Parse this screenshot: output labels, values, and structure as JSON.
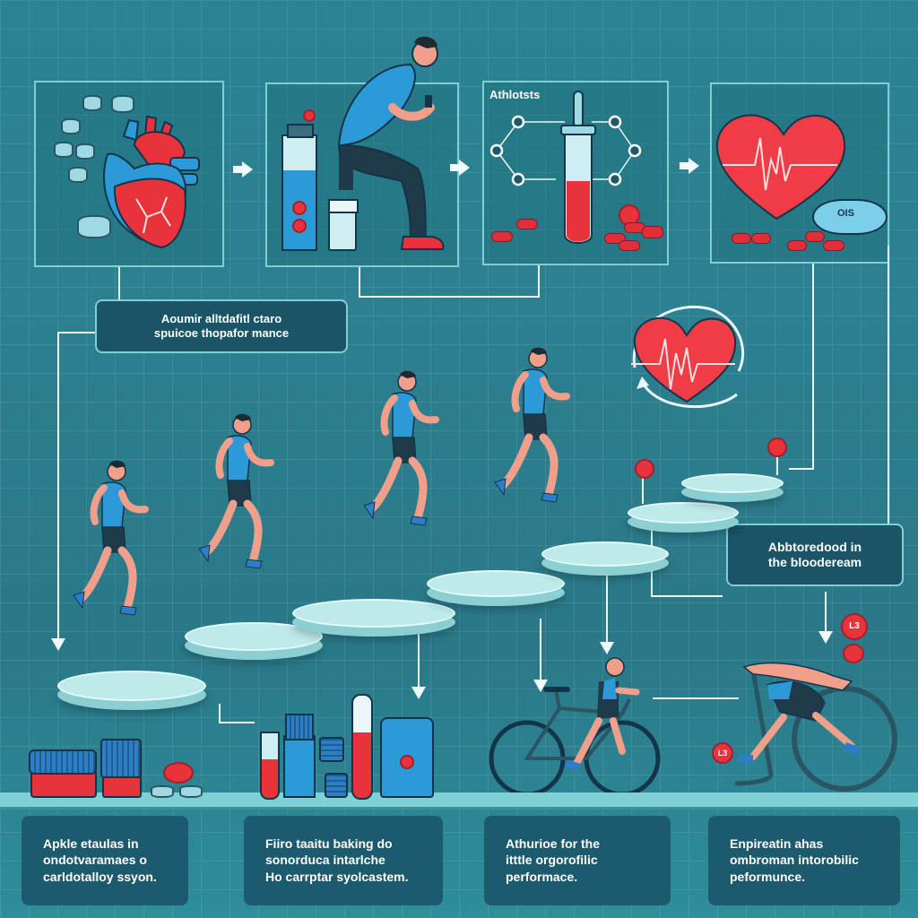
{
  "infographic": {
    "top_row": [
      {
        "id": "panel-heart",
        "icon": "anatomical-heart-icon",
        "label": ""
      },
      {
        "id": "panel-athlete-supplement",
        "icon": "athlete-crouching-icon",
        "label": ""
      },
      {
        "id": "panel-blood-tube",
        "icon": "test-tube-molecule-icon",
        "label": "Athlotsts"
      },
      {
        "id": "panel-heartbeat",
        "icon": "heart-pulse-icon",
        "label": ""
      }
    ],
    "pill_label": "OIS",
    "callout_top": {
      "line1": "Aoumir alltdafitl ctaro",
      "line2": "spuicoe thopafor mance"
    },
    "callout_right": {
      "line1": "Abbtoredood in",
      "line2": "the bloodeream"
    },
    "ball_labels": [
      "L3",
      "L3"
    ],
    "bottom_cards": [
      {
        "line1": "Apkle etaulas in",
        "line2": "ondotvaramaes o",
        "line3": "carldotalloy ssyon."
      },
      {
        "line1": "Fiiro taaitu baking do",
        "line2": "sonorduca intarlche",
        "line3": "Ho carrptar syolcastem."
      },
      {
        "line1": "Athurioe for the",
        "line2": "itttle orgorofilic",
        "line3": "performace."
      },
      {
        "line1": "Enpireatin ahas",
        "line2": "ombroman intorobilic",
        "line3": "peformunce."
      }
    ],
    "colors": {
      "background": "#2a7f8f",
      "panel_border": "#7fcfd6",
      "accent_red": "#e8333d",
      "accent_blue": "#2d9ad8",
      "label_bg": "#1a5466",
      "shelf": "#7fd0d4"
    }
  }
}
